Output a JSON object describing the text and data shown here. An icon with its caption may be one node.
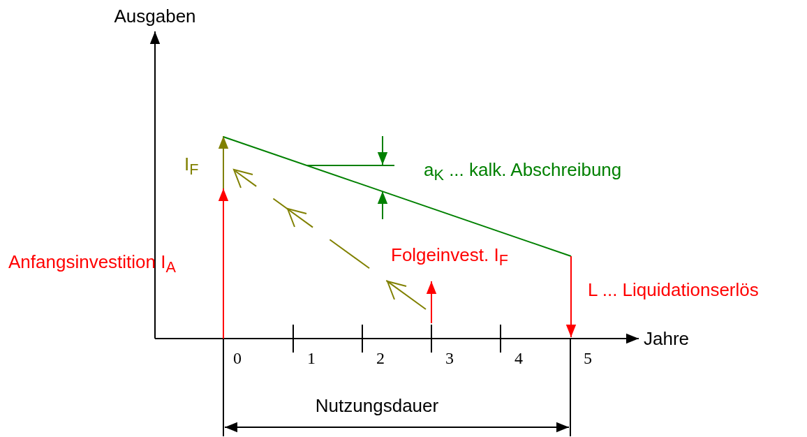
{
  "diagram": {
    "labels": [
      "Ausgaben",
      "Jahre",
      "I$_{F}$",
      "a$_{K}$ ... kalk. Abschreibung",
      "Anfangsinvestition I$_{A}$",
      "Folgeinvest. I$_{F}$",
      "L ... Liquidationserlös",
      "0",
      "1",
      "2",
      "3",
      "4",
      "5",
      "Nutzungsdauer"
    ]
  }
}
